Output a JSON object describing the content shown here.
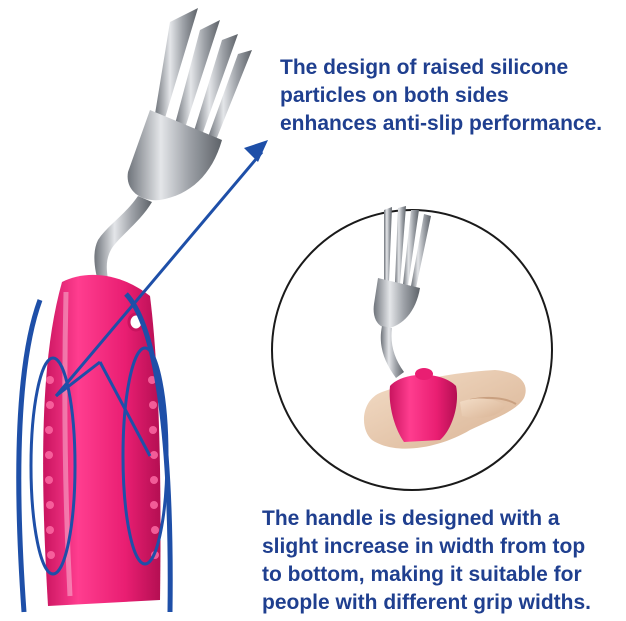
{
  "captions": {
    "top": [
      "The design of raised silicone",
      "particles on both sides",
      "enhances anti-slip performance."
    ],
    "bottom": [
      "The handle is designed with a",
      "slight increase in width from top",
      "to bottom, making it suitable for",
      "people with different grip widths."
    ]
  },
  "colors": {
    "caption_text": "#1f3f8f",
    "handle_pink": "#e91e72",
    "outline_blue": "#1e4fa8",
    "steel": "#a9adb3"
  },
  "icons": {
    "main_product": "bent-fork-with-pink-silicone-handle",
    "inset": "hand-holding-fork-in-circle",
    "pointer": "arrow-up-right"
  }
}
